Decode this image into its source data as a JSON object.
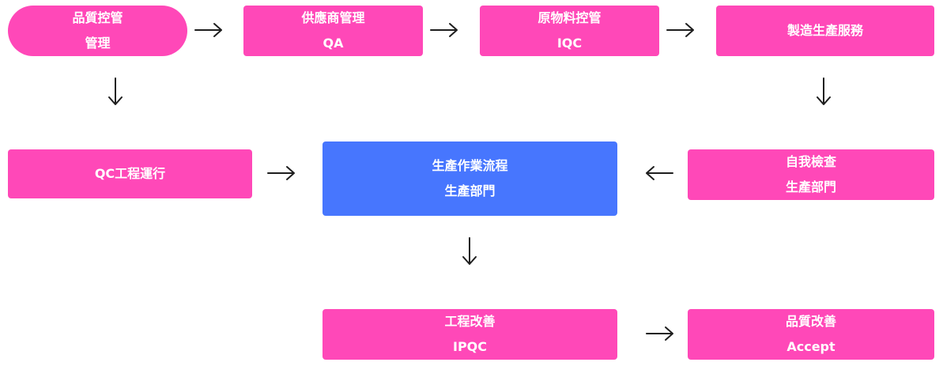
{
  "nodes": {
    "quality_mgmt": {
      "line1": "品質控管",
      "line2": "管理"
    },
    "supplier_qa": {
      "line1": "供應商管理",
      "line2": "QA"
    },
    "iqc": {
      "line1": "原物料控管",
      "line2": "IQC"
    },
    "manufacturing": {
      "line1": "製造生產服務"
    },
    "qc_process": {
      "line1": "QC工程運行"
    },
    "production": {
      "line1": "生產作業流程",
      "line2": "生產部門"
    },
    "self_check": {
      "line1": "自我檢查",
      "line2": "生產部門"
    },
    "ipqc": {
      "line1": "工程改善",
      "line2": "IPQC"
    },
    "accept": {
      "line1": "品質改善",
      "line2": "Accept"
    }
  },
  "colors": {
    "box": "#ff48b8",
    "highlight": "#4776fe",
    "text": "#ffffff",
    "arrow": "#1e1e1e"
  },
  "arrows": [
    {
      "from": "quality_mgmt",
      "to": "supplier_qa",
      "direction": "right"
    },
    {
      "from": "supplier_qa",
      "to": "iqc",
      "direction": "right"
    },
    {
      "from": "iqc",
      "to": "manufacturing",
      "direction": "right"
    },
    {
      "from": "quality_mgmt",
      "to": "qc_process",
      "direction": "down"
    },
    {
      "from": "manufacturing",
      "to": "self_check",
      "direction": "down"
    },
    {
      "from": "qc_process",
      "to": "production",
      "direction": "right"
    },
    {
      "from": "self_check",
      "to": "production",
      "direction": "left"
    },
    {
      "from": "production",
      "to": "ipqc",
      "direction": "down"
    },
    {
      "from": "ipqc",
      "to": "accept",
      "direction": "right"
    }
  ]
}
